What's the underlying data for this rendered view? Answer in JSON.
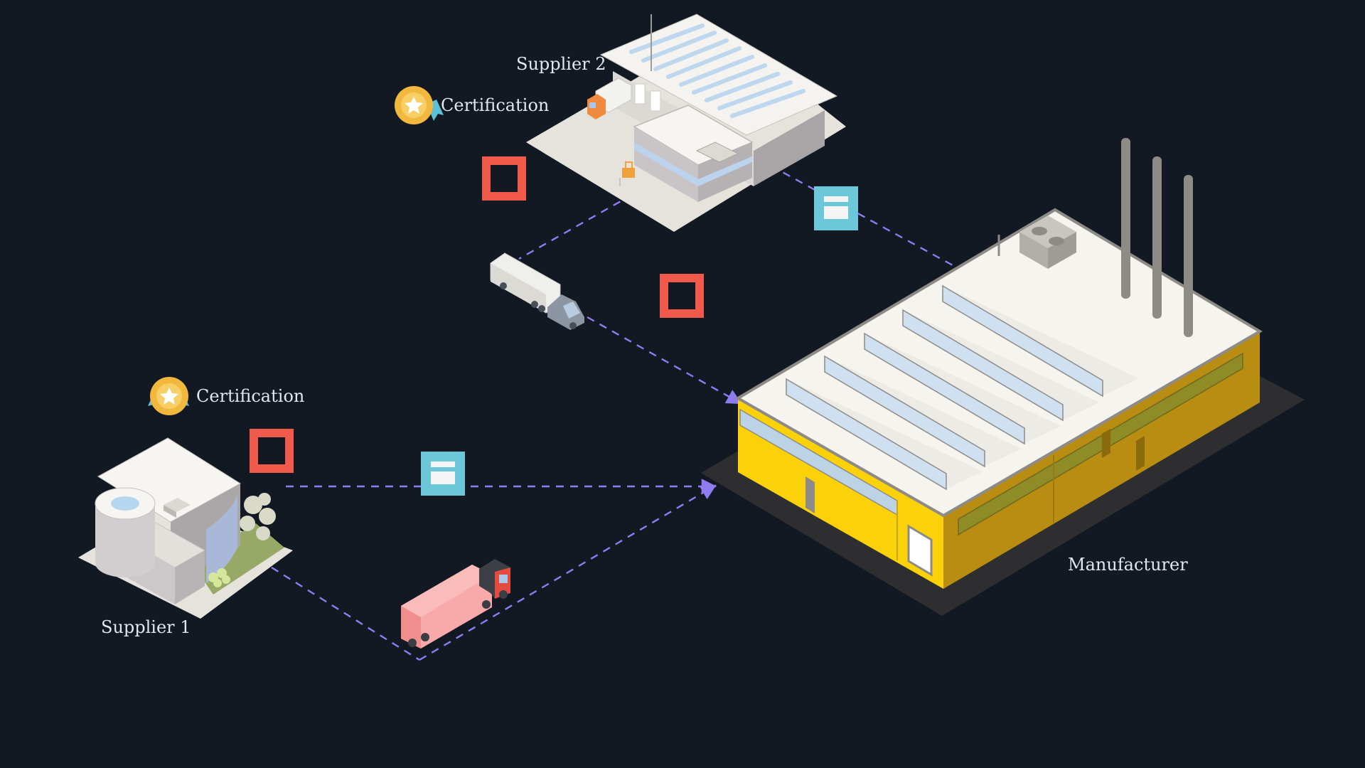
{
  "nodes": {
    "supplier_1": {
      "label": "Supplier 1"
    },
    "supplier_2": {
      "label": "Supplier 2"
    },
    "manufacturer": {
      "label": "Manufacturer"
    }
  },
  "badges": {
    "certification_1": {
      "label": "Certification",
      "icon": "award-medal-icon"
    },
    "certification_2": {
      "label": "Certification",
      "icon": "award-medal-icon"
    }
  },
  "colors": {
    "background": "#121923",
    "route_line": "#8f7cf0",
    "alert_marker": "#ef5a4b",
    "document_marker": "#6cc7d9",
    "factory_wall": "#f6cf17",
    "factory_roof": "#f5f4ef",
    "medal_gold": "#f2b73d",
    "medal_ribbon": "#5bc0d8"
  },
  "icons": [
    "alert-square-icon",
    "document-card-icon",
    "semi-truck-icon",
    "red-truck-icon",
    "forklift-icon"
  ]
}
